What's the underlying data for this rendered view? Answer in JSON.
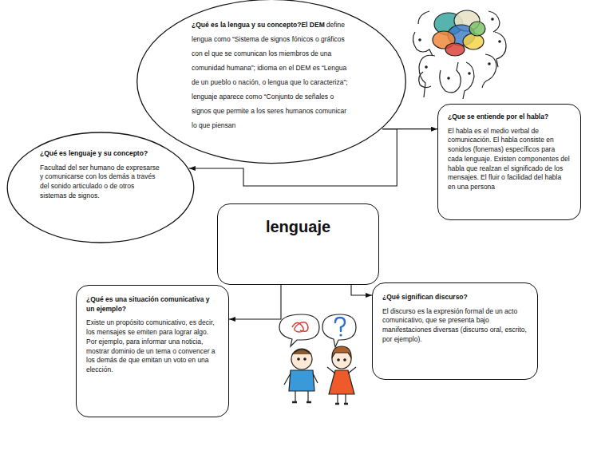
{
  "diagram": {
    "nodes": [
      {
        "text": [
          "lenguaje"
        ]
      },
      {
        "text": [
          "¿Qué es la lengua y su concepto?El DEM",
          "define lengua como “Sistema de signos fónicos o gráficos con el que se comunican los miembros de una comunidad humana”; idioma en el DEM es “Lengua de un pueblo o nación, o lengua que lo caracteriza”; lenguaje aparece como “Conjunto de señales o signos que permite a los seres humanos comunicar lo que piensan"
        ]
      },
      {
        "text": [
          "¿Qué es lenguaje y su concepto?",
          "Facultad del ser humano de expresarse y comunicarse con los demás a través del sonido articulado o de otros sistemas de signos."
        ]
      },
      {
        "text": [
          "¿Que se entiende por el habla?",
          "El habla es el medio verbal de comunicación. El habla consiste en sonidos (fonemas) específicos para cada lenguaje. Existen componentes del habla que realzan el significado de los mensajes. El fluir o facilidad del habla en una persona"
        ]
      },
      {
        "text": [
          "¿Qué es una situación comunicativa y un ejemplo?",
          "Existe un propósito comunicativo, es decir, los mensajes se emiten para lograr algo. Por ejemplo, para informar una noticia, mostrar dominio de un tema o convencer a los demás de que emitan un voto en una elección."
        ]
      },
      {
        "text": [
          "¿Qué significan discurso?",
          "El discurso es la expresión formal de un acto comunicativo, que se presenta bajo manifestaciones diversas (discurso oral, escrito, por ejemplo)."
        ]
      }
    ],
    "edges": [
      {
        "from": 1,
        "to": 2,
        "arrow": "to"
      },
      {
        "from": 1,
        "to": 3,
        "arrow": "to"
      },
      {
        "from": 0,
        "to": 4,
        "arrow": "to"
      },
      {
        "from": 0,
        "to": 5,
        "arrow": "to"
      }
    ]
  }
}
